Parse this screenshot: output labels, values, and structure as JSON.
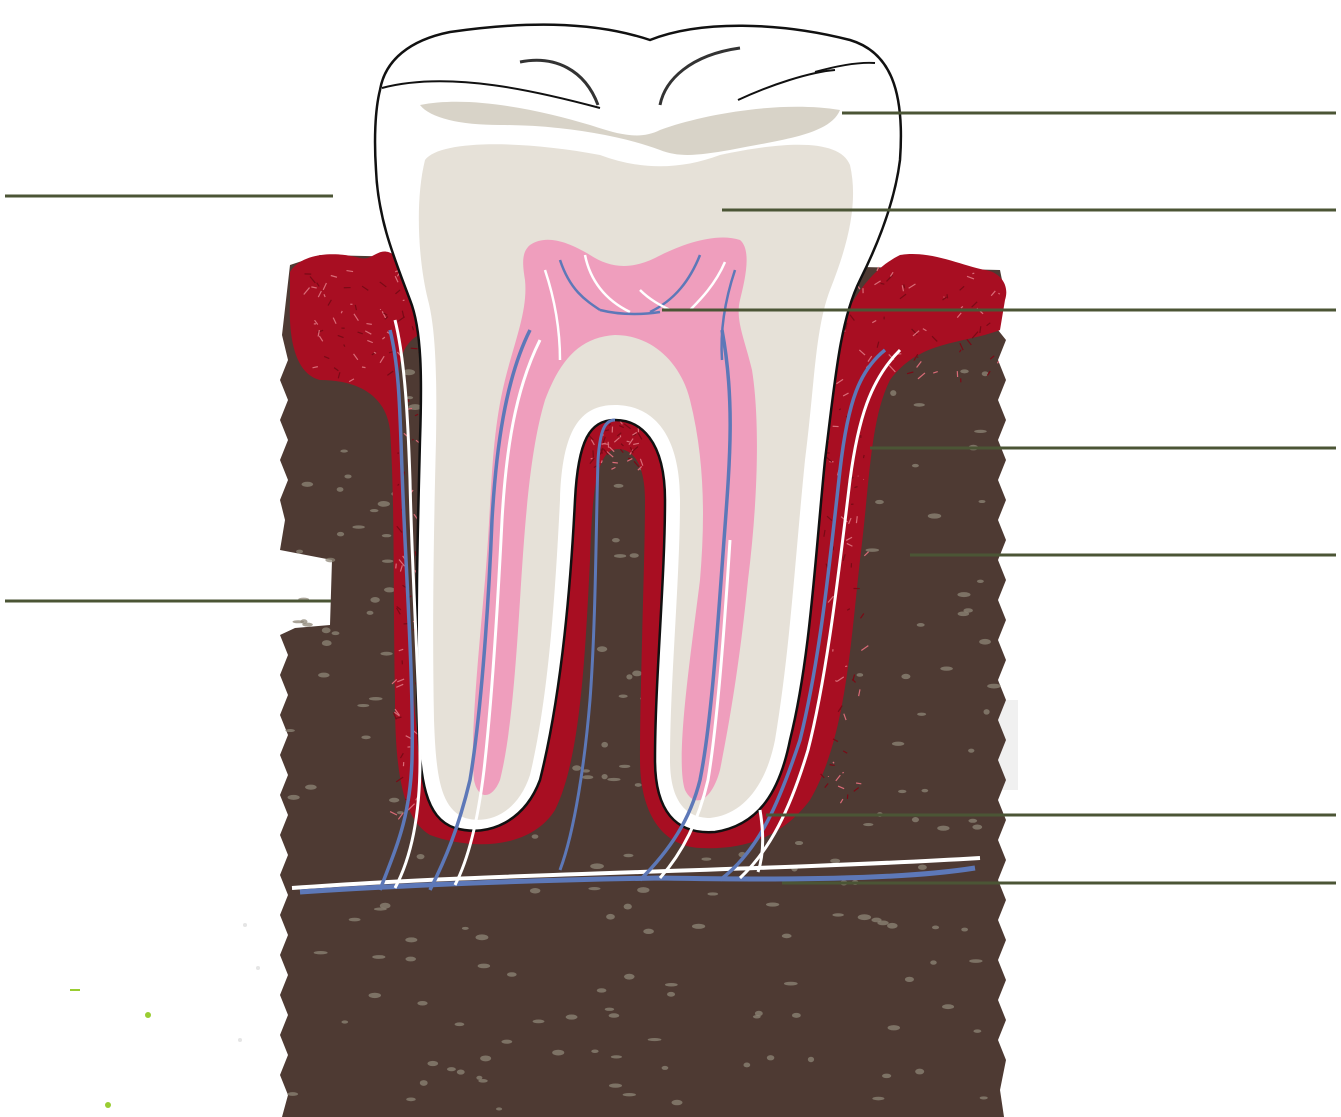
{
  "diagram": {
    "colors": {
      "bone": "#4e3a33",
      "bone_speckle": "#8e8577",
      "gum": "#a80e22",
      "gum_dark": "#7a0a16",
      "gum_fiber": "#d96b77",
      "enamel": "#ffffff",
      "dentin": "#e6e1d8",
      "enamel_shade": "#d8d3c8",
      "pulp": "#ef9ebd",
      "vessel_blue": "#5d78b8",
      "nerve_white": "#ffffff",
      "leader_line": "#4b5535",
      "outline": "#111111"
    },
    "leader_lines": {
      "left": [
        "blank",
        "blank"
      ],
      "right": [
        "blank",
        "blank",
        "blank",
        "blank",
        "blank",
        "blank",
        "blank"
      ]
    }
  }
}
